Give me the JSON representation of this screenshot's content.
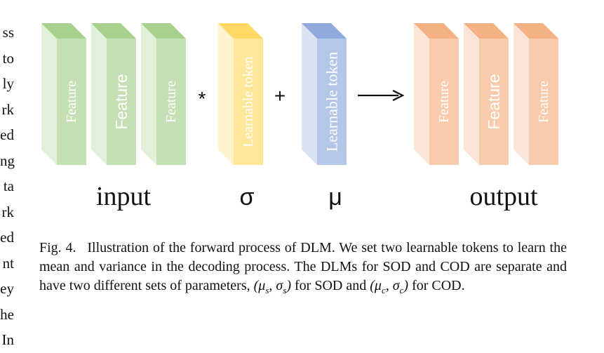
{
  "left_column_fragments": [
    "ss",
    "to",
    "ly",
    "rk",
    "ed",
    "ng",
    "ta",
    "rk",
    "ed",
    "nt",
    "ey",
    "he",
    "In"
  ],
  "diagram": {
    "input_blocks": [
      "Feature",
      "Feature",
      "Feature"
    ],
    "multiply_symbol": "*",
    "sigma_block": "Learnable token",
    "plus_symbol": "+",
    "mu_block": "Learnable token",
    "arrow_symbol": "⟶",
    "output_blocks": [
      "Feature",
      "Feature",
      "Feature"
    ],
    "labels": {
      "input": "input",
      "sigma": "σ",
      "mu": "μ",
      "output": "output"
    },
    "colors": {
      "feature_green_front": "#c5e0b4",
      "feature_green_side": "#e2f0d9",
      "feature_green_top": "#a9d18e",
      "token_yellow_front": "#ffe699",
      "token_yellow_side": "#fff2cc",
      "token_yellow_top": "#ffd966",
      "token_blue_front": "#b4c7e7",
      "token_blue_side": "#dae3f3",
      "token_blue_top": "#8faadc",
      "feature_orange_front": "#f8cbad",
      "feature_orange_side": "#fbe5d6",
      "feature_orange_top": "#f4b183"
    }
  },
  "caption": {
    "figure_label": "Fig. 4.",
    "body": "Illustration of the forward process of DLM. We set two learnable tokens to learn the mean and variance in the decoding process. The DLMs for SOD and COD are separate and have two different sets of parameters,",
    "sod_params": "(μs, σs)",
    "sod_text": "for SOD and",
    "cod_params": "(μc, σc)",
    "cod_text": "for COD."
  }
}
